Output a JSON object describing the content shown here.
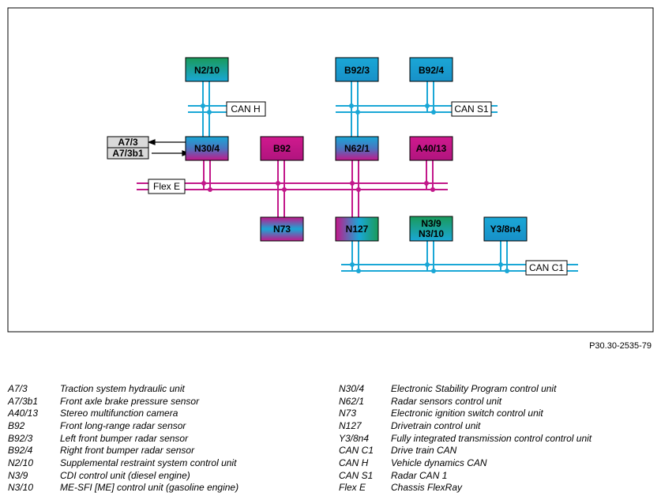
{
  "figure_code": "P30.30-2535-79",
  "colors": {
    "can": "#1aa7d6",
    "flex": "#c2188a",
    "black": "#000000",
    "grey_box": "#d9d9d9"
  },
  "units": {
    "N2/10": "N2/10",
    "B92/3": "B92/3",
    "B92/4": "B92/4",
    "N30/4": "N30/4",
    "B92": "B92",
    "N62/1": "N62/1",
    "A40/13": "A40/13",
    "N73": "N73",
    "N127": "N127",
    "N3/9": "N3/9",
    "N3/10": "N3/10",
    "Y3/8n4": "Y3/8n4",
    "A7/3": "A7/3",
    "A7/3b1": "A7/3b1"
  },
  "buses": {
    "can_h": "CAN H",
    "can_s1": "CAN S1",
    "flex_e": "Flex E",
    "can_c1": "CAN C1"
  },
  "legend_left": [
    {
      "code": "A7/3",
      "desc": "Traction system hydraulic unit"
    },
    {
      "code": "A7/3b1",
      "desc": "Front axle brake pressure sensor"
    },
    {
      "code": "A40/13",
      "desc": "Stereo multifunction camera"
    },
    {
      "code": "B92",
      "desc": "Front long-range radar sensor"
    },
    {
      "code": "B92/3",
      "desc": "Left front bumper radar sensor"
    },
    {
      "code": "B92/4",
      "desc": "Right front bumper radar sensor"
    },
    {
      "code": "N2/10",
      "desc": "Supplemental restraint system control unit"
    },
    {
      "code": "N3/9",
      "desc": "CDI control unit (diesel engine)"
    },
    {
      "code": "N3/10",
      "desc": "ME-SFI [ME] control unit (gasoline engine)"
    }
  ],
  "legend_right": [
    {
      "code": "N30/4",
      "desc": "Electronic Stability Program control unit"
    },
    {
      "code": "N62/1",
      "desc": "Radar sensors control unit"
    },
    {
      "code": "N73",
      "desc": "Electronic ignition switch control unit"
    },
    {
      "code": "N127",
      "desc": "Drivetrain control unit"
    },
    {
      "code": "Y3/8n4",
      "desc": "Fully integrated transmission control control unit"
    },
    {
      "code": "CAN C1",
      "desc": "Drive train CAN"
    },
    {
      "code": "CAN H",
      "desc": "Vehicle dynamics CAN"
    },
    {
      "code": "CAN S1",
      "desc": "Radar CAN 1"
    },
    {
      "code": "Flex E",
      "desc": "Chassis FlexRay"
    }
  ]
}
